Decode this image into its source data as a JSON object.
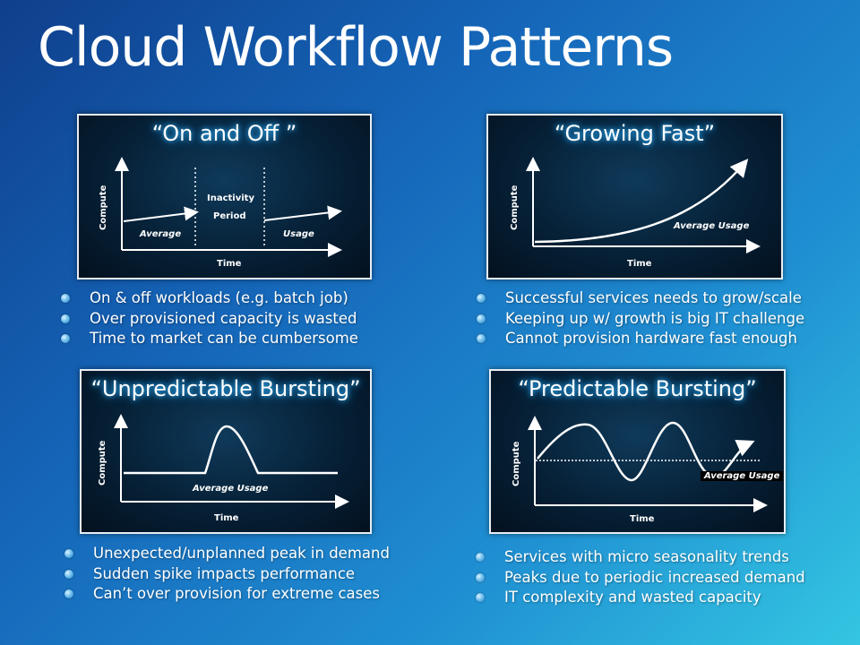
{
  "title": "Cloud Workflow Patterns",
  "panels": [
    {
      "title": "“On and Off ”",
      "ylabel": "Compute",
      "xlabel": "Time",
      "labels": {
        "inactivity": "Inactivity",
        "period": "Period",
        "average": "Average",
        "usage": "Usage"
      },
      "bullets": [
        "On & off workloads (e.g. batch job)",
        "Over provisioned capacity is wasted",
        "Time to market can be cumbersome"
      ]
    },
    {
      "title": "“Growing Fast”",
      "ylabel": "Compute",
      "xlabel": "Time",
      "labels": {
        "average_usage": "Average Usage"
      },
      "bullets": [
        "Successful services needs to grow/scale",
        "Keeping up w/ growth is big IT challenge",
        "Cannot provision hardware fast enough"
      ]
    },
    {
      "title": "“Unpredictable Bursting”",
      "ylabel": "Compute",
      "xlabel": "Time",
      "labels": {
        "average_usage": "Average Usage"
      },
      "bullets": [
        "Unexpected/unplanned peak in demand",
        "Sudden spike impacts performance",
        "Can’t over provision for extreme cases"
      ]
    },
    {
      "title": "“Predictable Bursting”",
      "ylabel": "Compute",
      "xlabel": "Time",
      "labels": {
        "average_usage": "Average Usage"
      },
      "bullets": [
        "Services with micro seasonality trends",
        "Peaks due to periodic increased demand",
        "IT complexity and wasted capacity"
      ]
    }
  ]
}
